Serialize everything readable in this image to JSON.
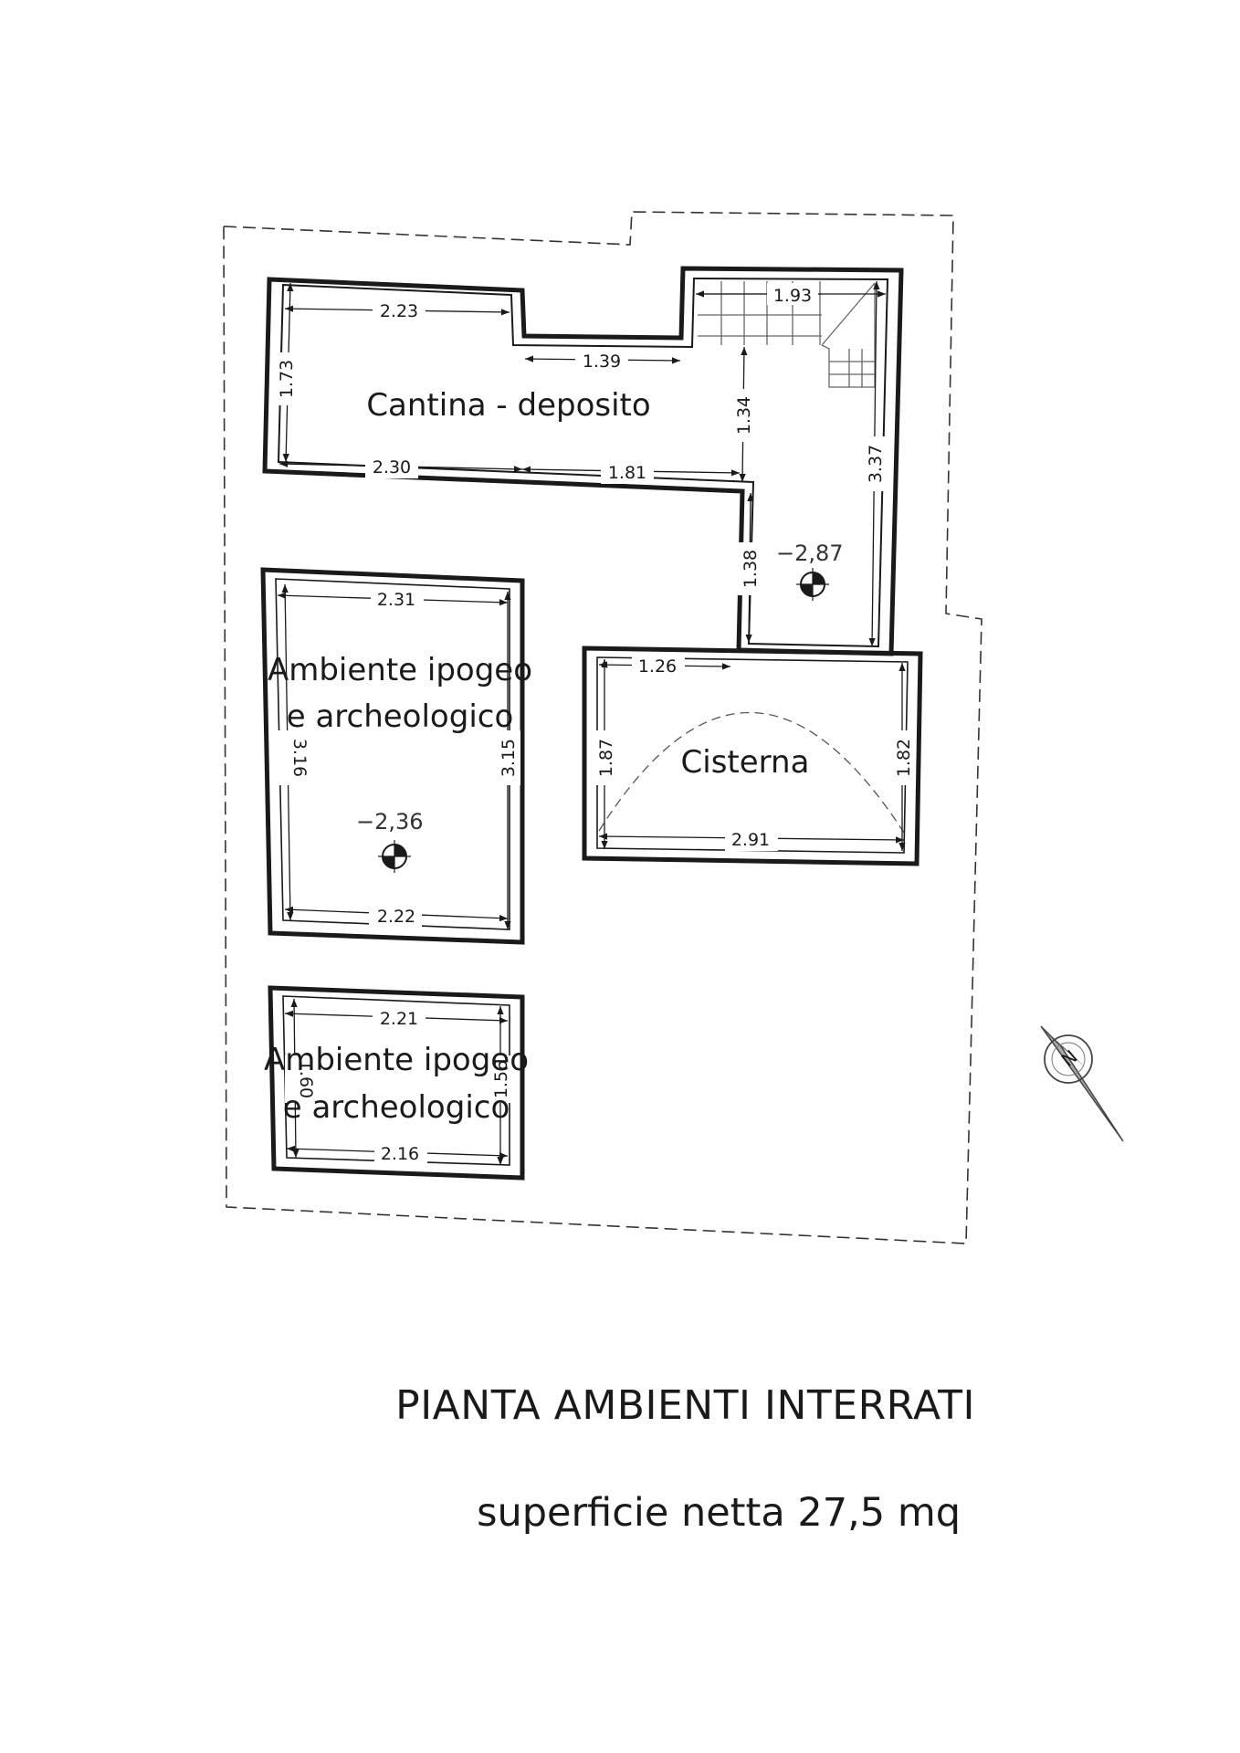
{
  "rooms": {
    "cantina": "Cantina - deposito",
    "ambiente1_line1": "Ambiente ipogeo",
    "ambiente1_line2": "e archeologico",
    "ambiente2_line1": "Ambiente ipogeo",
    "ambiente2_line2": "e archeologico",
    "cisterna": "Cisterna"
  },
  "levels": {
    "corridor": "−2,87",
    "ambiente1": "−2,36"
  },
  "dimensions": {
    "cantina_top_left": "2.23",
    "cantina_height": "1.73",
    "cantina_step": "1.39",
    "stair_width": "1.93",
    "stair_drop": "1.34",
    "cantina_bottom_left": "2.30",
    "cantina_bottom_right": "1.81",
    "corridor_height": "3.37",
    "corridor_lower": "1.38",
    "ambiente1_top": "2.31",
    "ambiente1_left": "3.16",
    "ambiente1_right": "3.15",
    "ambiente1_bottom": "2.22",
    "cisterna_top": "1.26",
    "cisterna_left": "1.87",
    "cisterna_right": "1.82",
    "cisterna_bottom": "2.91",
    "ambiente2_top": "2.21",
    "ambiente2_left": "1.60",
    "ambiente2_right": "1.56",
    "ambiente2_bottom": "2.16"
  },
  "title": "PIANTA AMBIENTI INTERRATI",
  "subtitle": "superficie netta 27,5 mq",
  "north_arrow_label": "N",
  "colors": {
    "ink": "#1a1a1a",
    "paper": "#ffffff"
  }
}
